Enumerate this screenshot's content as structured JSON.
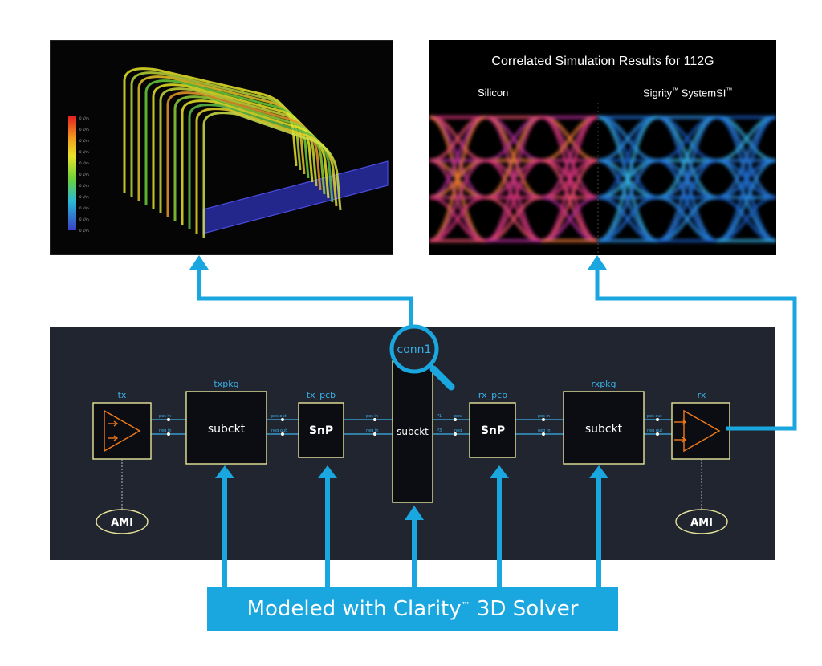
{
  "eye_panel": {
    "title": "Correlated Simulation Results for 112G",
    "left_label": "Silicon",
    "right_label": "Sigrity",
    "right_label_tm": "™",
    "right_label_suffix": " SystemSI",
    "right_label_tm2": "™"
  },
  "heat_panel": {
    "legend_labels": [
      "0 V/m",
      "0 V/m",
      "0 V/m",
      "0 V/m",
      "0 V/m",
      "0 V/m",
      "0 V/m",
      "0 V/m",
      "0 V/m",
      "0 V/m",
      "0 V/m"
    ]
  },
  "schematic": {
    "blocks": [
      {
        "id": "tx",
        "label": "tx",
        "body": ""
      },
      {
        "id": "txpkg",
        "label": "txpkg",
        "body": "subckt"
      },
      {
        "id": "tx_pcb",
        "label": "tx_pcb",
        "body": "SnP"
      },
      {
        "id": "conn1",
        "label": "conn1",
        "body": "subckt"
      },
      {
        "id": "rx_pcb",
        "label": "rx_pcb",
        "body": "SnP"
      },
      {
        "id": "rxpkg",
        "label": "rxpkg",
        "body": "subckt"
      },
      {
        "id": "rx",
        "label": "rx",
        "body": ""
      }
    ],
    "ami_left": "AMI",
    "ami_right": "AMI",
    "pins": {
      "tx_a": "pos in",
      "tx_b": "neg in",
      "txpkg_a": "pos out",
      "txpkg_b": "neg out",
      "txpcb_a": "pos in",
      "txpcb_b": "neg in",
      "conn_l_a": "P1",
      "conn_l_b": "P3",
      "conn_r_a": "pos",
      "conn_r_b": "neg",
      "rxpcb_a": "pos in",
      "rxpcb_b": "neg in",
      "rxpkg_a": "pos out",
      "rxpkg_b": "neg out"
    }
  },
  "banner": {
    "text_a": "Modeled with Clarity",
    "tm": "™",
    "text_b": " 3D Solver"
  },
  "colors": {
    "accent_blue": "#1aa6de",
    "block_border": "#e8e59a",
    "schematic_bg": "#212530",
    "label_blue": "#3ab0e6",
    "orange": "#f07a1a"
  }
}
